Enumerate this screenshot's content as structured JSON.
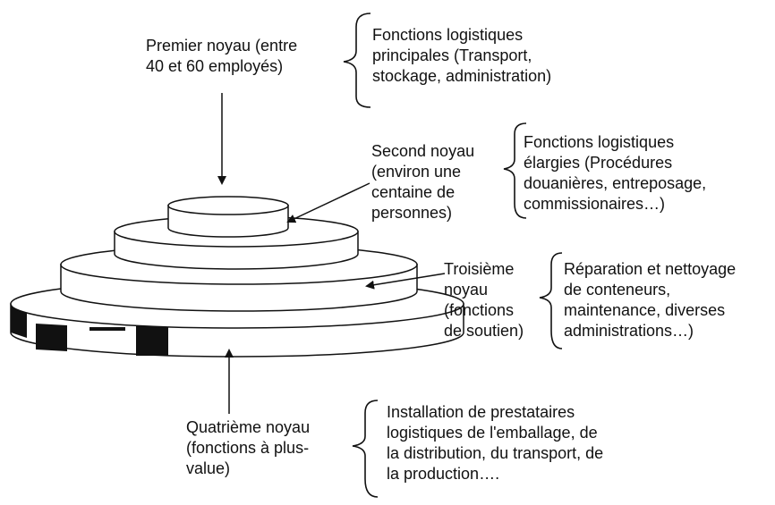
{
  "cores": [
    {
      "label": "Premier noyau (entre\n40 et 60 employés)",
      "description": "Fonctions logistiques\nprincipales (Transport,\nstockage, administration)"
    },
    {
      "label": "Second noyau\n(environ une\ncentaine de\npersonnes)",
      "description": "Fonctions logistiques\nélargies (Procédures\ndouanières, entreposage,\ncommissionaires…)"
    },
    {
      "label": "Troisième\nnoyau\n(fonctions\nde soutien)",
      "description": "Réparation et nettoyage\nde conteneurs,\nmaintenance, diverses\nadministrations…)"
    },
    {
      "label": "Quatrième noyau\n(fonctions à plus-\nvalue)",
      "description": "Installation de prestataires\nlogistiques de l'emballage, de\nla distribution, du transport, de\nla production…."
    }
  ],
  "colors": {
    "line": "#111111",
    "fill": "#ffffff",
    "dark_band": "#111111"
  }
}
